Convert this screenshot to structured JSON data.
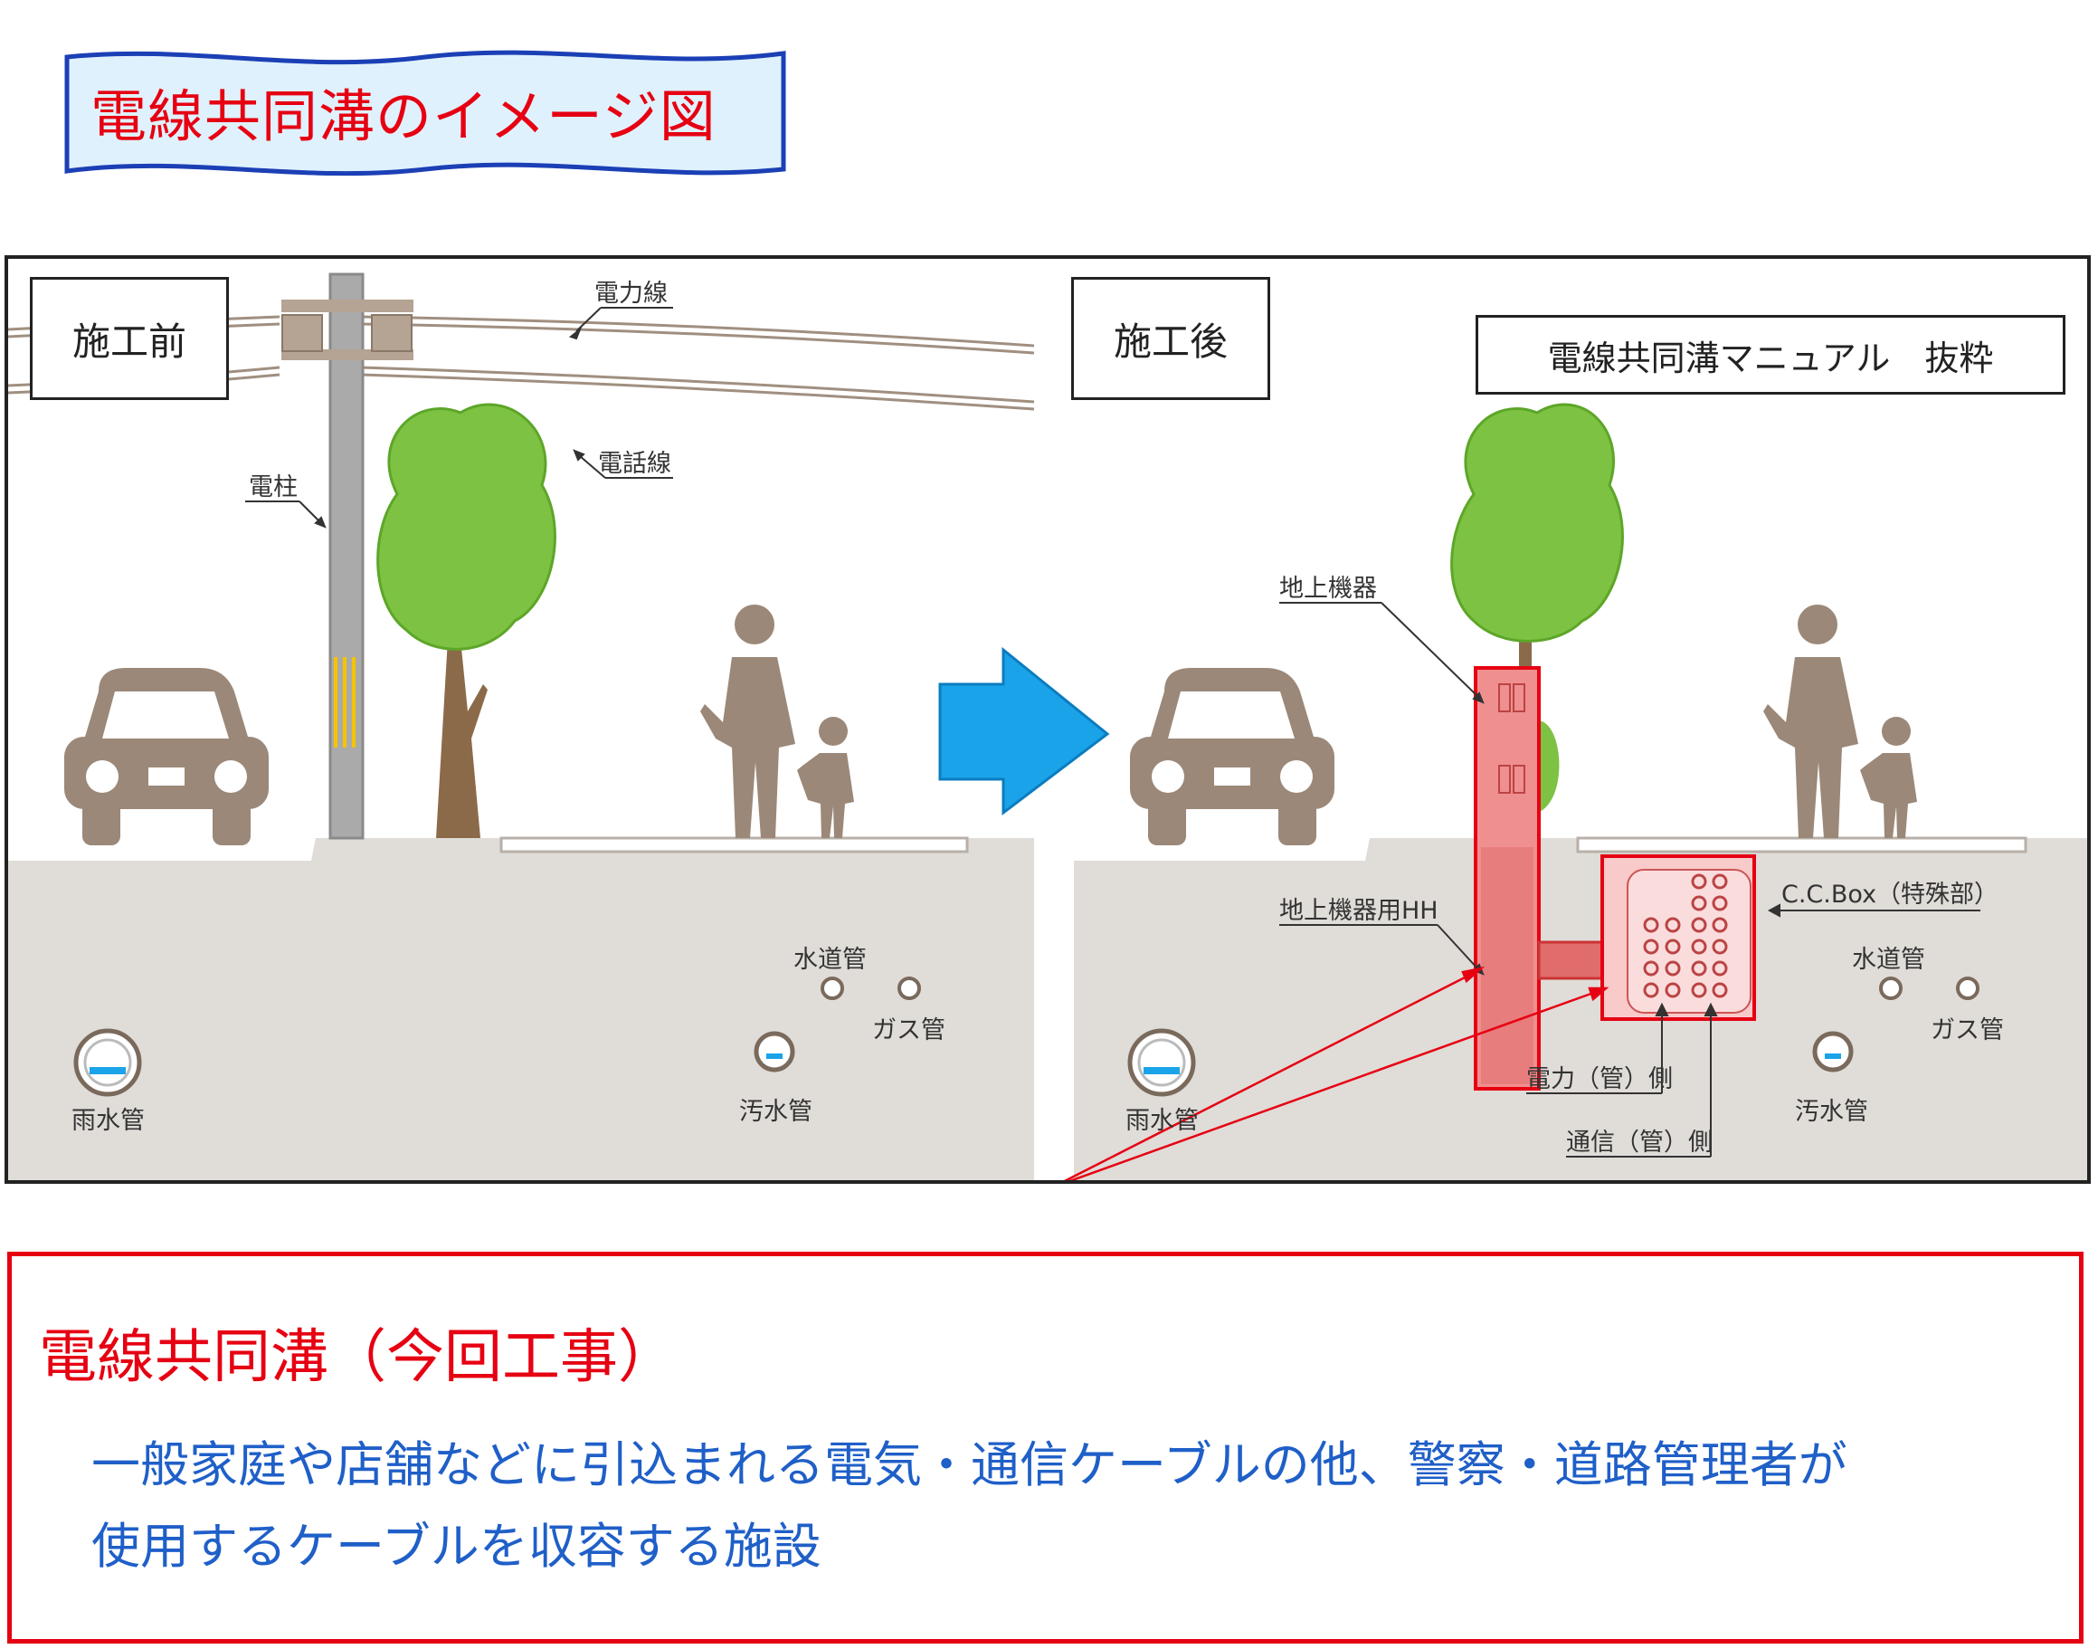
{
  "title": "電線共同溝のイメージ図",
  "diagram": {
    "before_label": "施工前",
    "after_label": "施工後",
    "source": "電線共同溝マニュアル　抜粋",
    "labels": {
      "power_line": "電力線",
      "phone_line": "電話線",
      "pole": "電柱",
      "ground_equipment": "地上機器",
      "ground_equipment_hh": "地上機器用HH",
      "cc_box": "C.C.Box（特殊部）",
      "water_pipe": "水道管",
      "gas_pipe": "ガス管",
      "storm_pipe": "雨水管",
      "sewage_pipe": "汚水管",
      "power_side": "電力（管）側",
      "comm_side": "通信（管）側"
    }
  },
  "description": {
    "title": "電線共同溝（今回工事）",
    "line1": "一般家庭や店舗などに引込まれる電気・通信ケーブルの他、警察・道路管理者が",
    "line2": "使用するケーブルを収容する施設"
  },
  "colors": {
    "accent": "#e60012",
    "body_text": "#1f5fc8",
    "ground": "#e0dcd8",
    "figure": "#9b8878",
    "tree": "#7dc243",
    "arrow": "#1aa3e8"
  }
}
